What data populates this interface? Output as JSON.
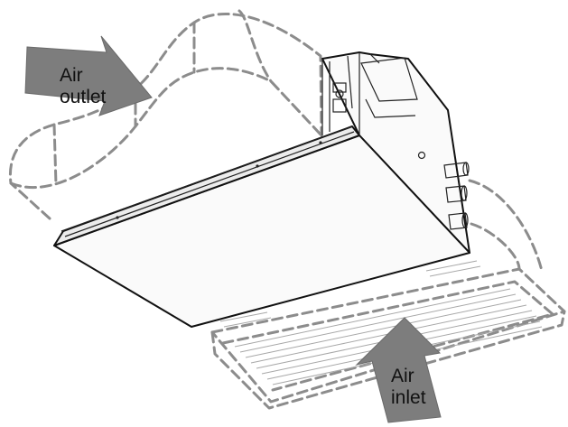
{
  "labels": {
    "outlet": {
      "line1": "Air",
      "line2": "outlet"
    },
    "inlet": {
      "line1": "Air",
      "line2": "inlet"
    }
  },
  "colors": {
    "arrow": "#7d7d7d",
    "dashed_outline": "#8c8c8c",
    "unit_outline": "#111111",
    "unit_face": "#fafafa"
  }
}
